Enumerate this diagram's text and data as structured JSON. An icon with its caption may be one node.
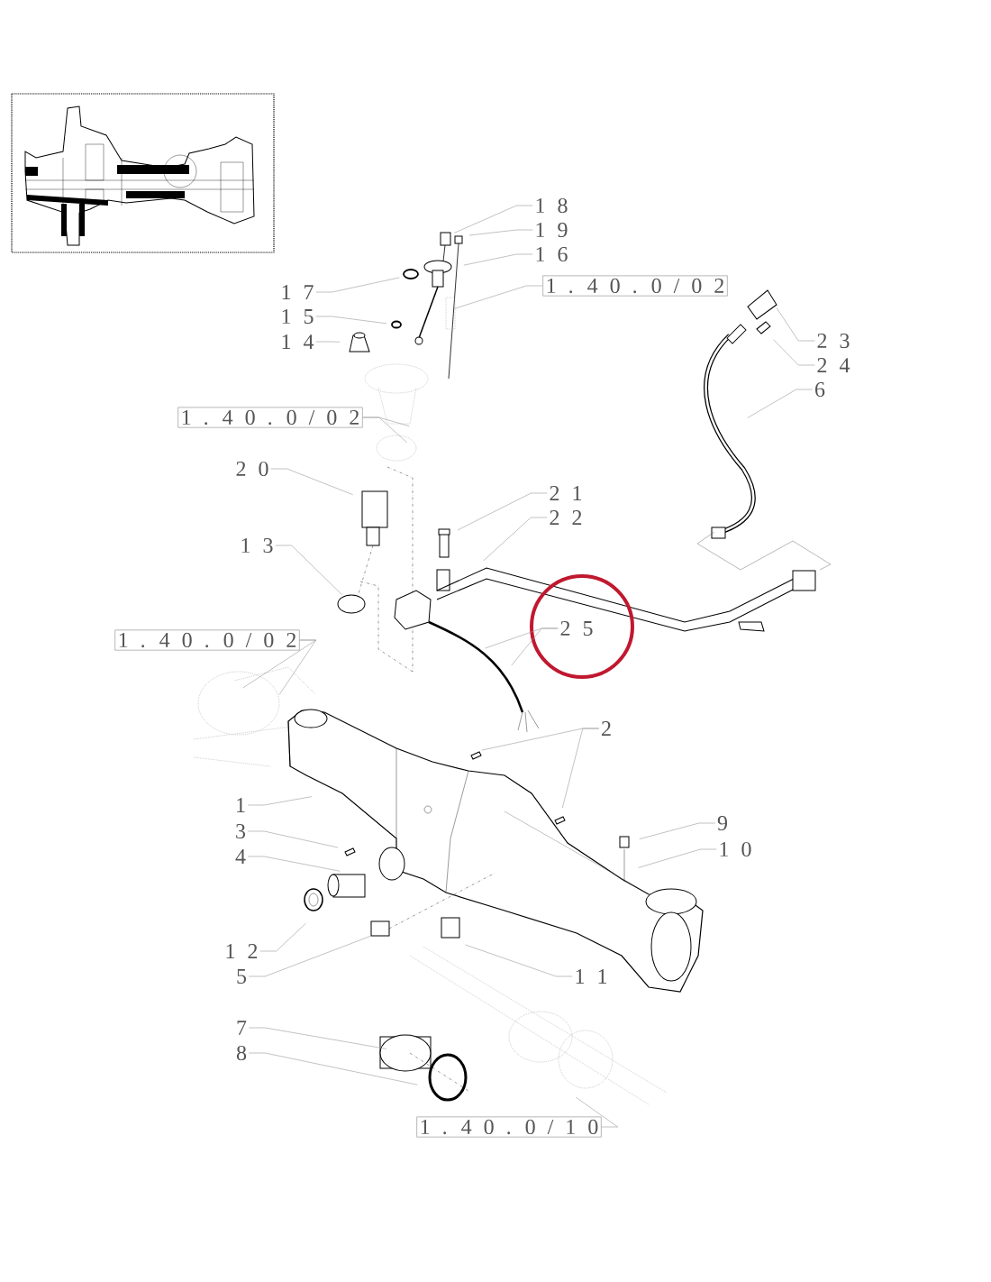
{
  "diagram": {
    "nodes": [
      {
        "text": [
          "1 8"
        ]
      },
      {
        "text": [
          "1 9"
        ]
      },
      {
        "text": [
          "1 6"
        ]
      },
      {
        "text": [
          "1 7"
        ]
      },
      {
        "text": [
          "1 5"
        ]
      },
      {
        "text": [
          "1 4"
        ]
      },
      {
        "text": [
          "1 . 4 0 . 0 / 0 2"
        ]
      },
      {
        "text": [
          "2 3"
        ]
      },
      {
        "text": [
          "2 4"
        ]
      },
      {
        "text": [
          "6"
        ]
      },
      {
        "text": [
          "1 . 4 0 . 0 / 0 2"
        ]
      },
      {
        "text": [
          "2 0"
        ]
      },
      {
        "text": [
          "2 1"
        ]
      },
      {
        "text": [
          "2 2"
        ]
      },
      {
        "text": [
          "1 3"
        ]
      },
      {
        "text": [],
        "shape": "circle"
      },
      {
        "text": [
          "2 5"
        ],
        "in": 15
      },
      {
        "text": [
          "1 . 4 0 . 0 / 0 2"
        ]
      },
      {
        "text": [
          "2"
        ]
      },
      {
        "text": [
          "1"
        ]
      },
      {
        "text": [
          "3"
        ]
      },
      {
        "text": [
          "4"
        ]
      },
      {
        "text": [
          "9"
        ]
      },
      {
        "text": [
          "1 0"
        ]
      },
      {
        "text": [
          "1 2"
        ]
      },
      {
        "text": [
          "5"
        ]
      },
      {
        "text": [
          "1 1"
        ]
      },
      {
        "text": [
          "7"
        ]
      },
      {
        "text": [
          "8"
        ]
      },
      {
        "text": [
          "1 . 4 0 . 0 / 1 0"
        ]
      }
    ],
    "edges": [
      {
        "from": 0,
        "to": null,
        "arrow": "none"
      },
      {
        "from": 1,
        "to": null,
        "arrow": "none"
      },
      {
        "from": 2,
        "to": null,
        "arrow": "none"
      },
      {
        "from": 3,
        "to": null,
        "arrow": "none"
      },
      {
        "from": 4,
        "to": null,
        "arrow": "none"
      },
      {
        "from": 5,
        "to": null,
        "arrow": "none"
      },
      {
        "from": 6,
        "to": null,
        "arrow": "none"
      },
      {
        "from": 7,
        "to": null,
        "arrow": "none"
      },
      {
        "from": 8,
        "to": null,
        "arrow": "none"
      },
      {
        "from": 9,
        "to": null,
        "arrow": "none"
      },
      {
        "from": 10,
        "to": null,
        "arrow": "none"
      },
      {
        "from": 10,
        "to": null,
        "arrow": "none"
      },
      {
        "from": 11,
        "to": null,
        "arrow": "none"
      },
      {
        "from": 12,
        "to": null,
        "arrow": "none"
      },
      {
        "from": 13,
        "to": null,
        "arrow": "none"
      },
      {
        "from": 14,
        "to": null,
        "arrow": "none"
      },
      {
        "from": 16,
        "to": null,
        "arrow": "none"
      },
      {
        "from": 16,
        "to": null,
        "arrow": "none"
      },
      {
        "from": 17,
        "to": null,
        "arrow": "none"
      },
      {
        "from": 17,
        "to": null,
        "arrow": "none"
      },
      {
        "from": 18,
        "to": null,
        "arrow": "none"
      },
      {
        "from": 18,
        "to": null,
        "arrow": "none"
      },
      {
        "from": 19,
        "to": null,
        "arrow": "none"
      },
      {
        "from": 20,
        "to": null,
        "arrow": "none"
      },
      {
        "from": 21,
        "to": null,
        "arrow": "none"
      },
      {
        "from": 22,
        "to": null,
        "arrow": "none"
      },
      {
        "from": 23,
        "to": null,
        "arrow": "none"
      },
      {
        "from": 24,
        "to": null,
        "arrow": "none"
      },
      {
        "from": 25,
        "to": null,
        "arrow": "none"
      },
      {
        "from": 26,
        "to": null,
        "arrow": "none"
      },
      {
        "from": 27,
        "to": null,
        "arrow": "none"
      },
      {
        "from": 28,
        "to": null,
        "arrow": "none"
      },
      {
        "from": 29,
        "to": null,
        "arrow": "none"
      }
    ]
  }
}
